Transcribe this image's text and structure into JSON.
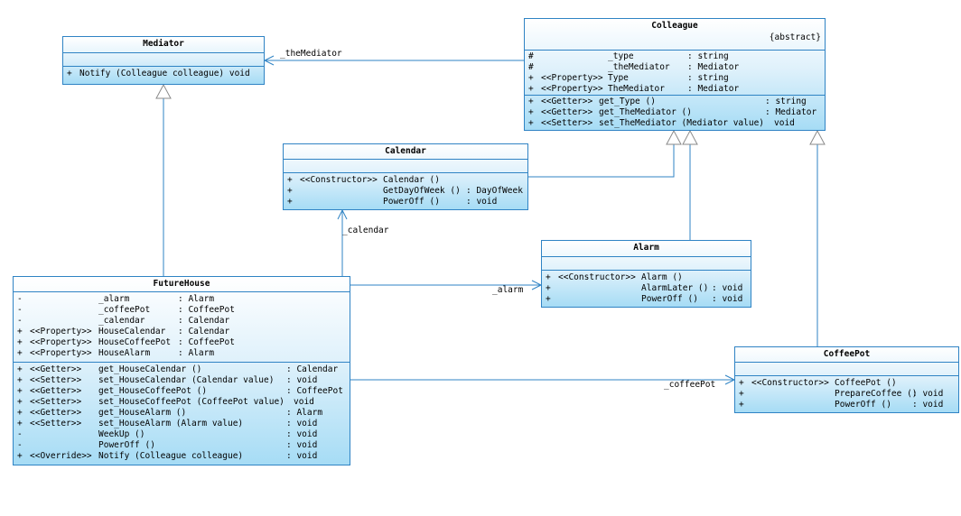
{
  "connectors": {
    "the_mediator": "_theMediator",
    "calendar": "_calendar",
    "alarm": "_alarm",
    "coffee_pot": "_coffeePot"
  },
  "mediator": {
    "name": "Mediator",
    "operations": [
      {
        "vis": "+",
        "text": "Notify (Colleague colleague) void"
      }
    ]
  },
  "colleague": {
    "name": "Colleague",
    "stereotype": "{abstract}",
    "attributes": [
      {
        "vis": "#",
        "stereo": "",
        "name": "_type",
        "type": ": string"
      },
      {
        "vis": "#",
        "stereo": "",
        "name": "_theMediator",
        "type": ": Mediator"
      },
      {
        "vis": "+",
        "stereo": "<<Property>>",
        "name": "Type",
        "type": ": string"
      },
      {
        "vis": "+",
        "stereo": "<<Property>>",
        "name": "TheMediator",
        "type": ": Mediator"
      }
    ],
    "operations": [
      {
        "vis": "+",
        "stereo": "<<Getter>>",
        "name": "get_Type ()",
        "type": ": string"
      },
      {
        "vis": "+",
        "stereo": "<<Getter>>",
        "name": "get_TheMediator ()",
        "type": ": Mediator"
      },
      {
        "vis": "+",
        "stereo": "<<Setter>>",
        "name": "set_TheMediator (Mediator value)",
        "type": "void"
      }
    ]
  },
  "calendar": {
    "name": "Calendar",
    "operations": [
      {
        "vis": "+",
        "stereo": "<<Constructor>>",
        "name": "Calendar ()",
        "type": ""
      },
      {
        "vis": "+",
        "stereo": "",
        "name": "GetDayOfWeek ()",
        "type": ": DayOfWeek"
      },
      {
        "vis": "+",
        "stereo": "",
        "name": "PowerOff ()",
        "type": ": void"
      }
    ]
  },
  "alarm": {
    "name": "Alarm",
    "operations": [
      {
        "vis": "+",
        "stereo": "<<Constructor>>",
        "name": "Alarm ()",
        "type": ""
      },
      {
        "vis": "+",
        "stereo": "",
        "name": "AlarmLater ()",
        "type": ": void"
      },
      {
        "vis": "+",
        "stereo": "",
        "name": "PowerOff ()",
        "type": ": void"
      }
    ]
  },
  "coffeepot": {
    "name": "CoffeePot",
    "operations": [
      {
        "vis": "+",
        "stereo": "<<Constructor>>",
        "name": "CoffeePot ()",
        "type": ""
      },
      {
        "vis": "+",
        "stereo": "",
        "name": "PrepareCoffee ()",
        "type": ": void"
      },
      {
        "vis": "+",
        "stereo": "",
        "name": "PowerOff ()",
        "type": ": void"
      }
    ]
  },
  "futurehouse": {
    "name": "FutureHouse",
    "attributes": [
      {
        "vis": "-",
        "stereo": "",
        "name": "_alarm",
        "type": ": Alarm"
      },
      {
        "vis": "-",
        "stereo": "",
        "name": "_coffeePot",
        "type": ": CoffeePot"
      },
      {
        "vis": "-",
        "stereo": "",
        "name": "_calendar",
        "type": ": Calendar"
      },
      {
        "vis": "+",
        "stereo": "<<Property>>",
        "name": "HouseCalendar",
        "type": ": Calendar"
      },
      {
        "vis": "+",
        "stereo": "<<Property>>",
        "name": "HouseCoffeePot",
        "type": ": CoffeePot"
      },
      {
        "vis": "+",
        "stereo": "<<Property>>",
        "name": "HouseAlarm",
        "type": ": Alarm"
      }
    ],
    "operations": [
      {
        "vis": "+",
        "stereo": "<<Getter>>",
        "name": "get_HouseCalendar ()",
        "type": ": Calendar"
      },
      {
        "vis": "+",
        "stereo": "<<Setter>>",
        "name": "set_HouseCalendar (Calendar value)",
        "type": ": void"
      },
      {
        "vis": "+",
        "stereo": "<<Getter>>",
        "name": "get_HouseCoffeePot ()",
        "type": ": CoffeePot"
      },
      {
        "vis": "+",
        "stereo": "<<Setter>>",
        "name": "set_HouseCoffeePot (CoffeePot value)",
        "type": "void"
      },
      {
        "vis": "+",
        "stereo": "<<Getter>>",
        "name": "get_HouseAlarm ()",
        "type": ": Alarm"
      },
      {
        "vis": "+",
        "stereo": "<<Setter>>",
        "name": "set_HouseAlarm (Alarm value)",
        "type": ": void"
      },
      {
        "vis": "-",
        "stereo": "",
        "name": "WeekUp ()",
        "type": ": void"
      },
      {
        "vis": "-",
        "stereo": "",
        "name": "PowerOff ()",
        "type": ": void"
      },
      {
        "vis": "+",
        "stereo": "<<Override>>",
        "name": "Notify (Colleague colleague)",
        "type": ": void"
      }
    ]
  }
}
